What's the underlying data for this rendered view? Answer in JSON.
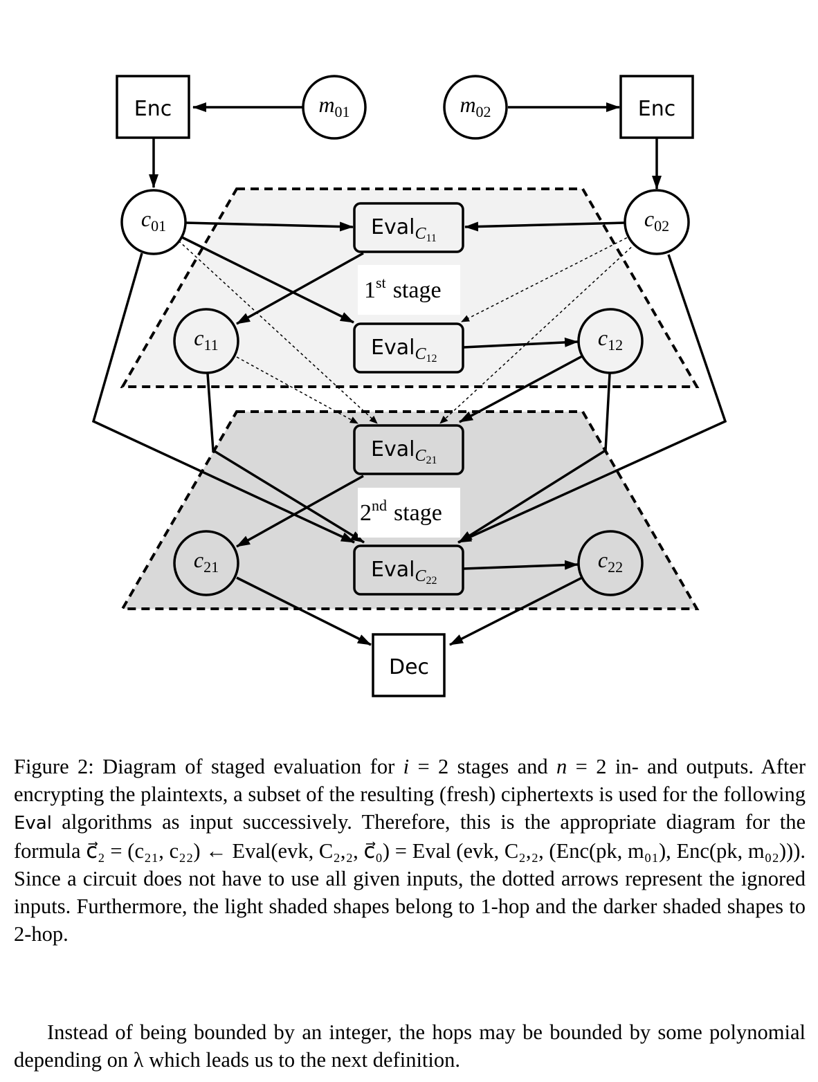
{
  "diagram": {
    "nodes": {
      "enc_left": "Enc",
      "enc_right": "Enc",
      "m01": "m",
      "m01_sub": "01",
      "m02": "m",
      "m02_sub": "02",
      "c01": "c",
      "c01_sub": "01",
      "c02": "c",
      "c02_sub": "02",
      "c11": "c",
      "c11_sub": "11",
      "c12": "c",
      "c12_sub": "12",
      "c21": "c",
      "c21_sub": "21",
      "c22": "c",
      "c22_sub": "22",
      "eval": "Eval",
      "eval_c11_sub": "C",
      "eval_c11_subsub": "11",
      "eval_c12_sub": "C",
      "eval_c12_subsub": "12",
      "eval_c21_sub": "C",
      "eval_c21_subsub": "21",
      "eval_c22_sub": "C",
      "eval_c22_subsub": "22",
      "dec": "Dec"
    },
    "stage1_label": {
      "num": "1",
      "sup": "st",
      "word": "stage"
    },
    "stage2_label": {
      "num": "2",
      "sup": "nd",
      "word": "stage"
    },
    "colors": {
      "light_shade": "#f2f2f2",
      "dark_shade": "#d9d9d9",
      "stroke": "#000000"
    }
  },
  "caption": {
    "prefix": "Figure 2:",
    "text1": "Diagram of staged evaluation for",
    "i_eq": "i",
    "eq_2_stages": " = 2 stages and ",
    "n_eq": "n",
    "eq_2_inout": " = 2 in- and outputs.  After encrypting the plaintexts, a subset of the resulting (fresh) ciphertexts is used for the following ",
    "eval_word": "Eval",
    "text2": " algorithms as input successively. Therefore, this is the appropriate diagram for the formula ",
    "formula_main": "c⃗₂ = (c₂₁, c₂₂) ← Eval(evk, C₂,₂, c⃗₀) = Eval (evk, C₂,₂, (Enc(pk, m₀₁), Enc(pk, m₀₂))).",
    "text3": " Since a circuit does not have to use all given inputs, the dotted arrows represent the ignored inputs. Furthermore, the light shaded shapes belong to 1-hop and the darker shaded shapes to 2-hop."
  },
  "paragraph": "Instead of being bounded by an integer, the hops may be bounded by some polynomial depending on λ which leads us to the next definition."
}
